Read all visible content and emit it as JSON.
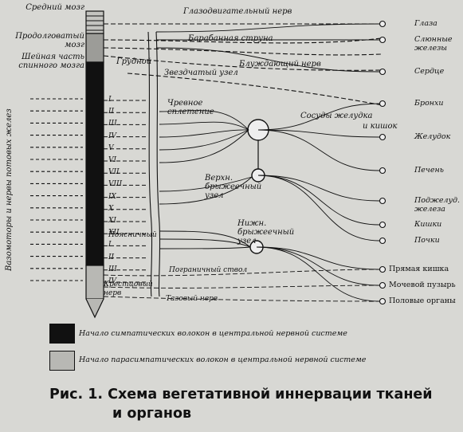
{
  "cns_labels": {
    "midbrain": "Средний мозг",
    "medulla": "Продолговатый мозг",
    "cervical": "Шейная часть спинного мозга"
  },
  "side_label": "Вазомоторы и нервы потовых желез",
  "nerve_labels": {
    "oculomotor": "Глазодвигательный нерв",
    "chorda_tympani": "Барабанная струна",
    "vagus": "Блуждающий нерв",
    "thoracic": "Грудной",
    "stellate_ganglion": "Звездчатый узел",
    "celiac_plexus": "Чревное сплетение",
    "gastric_vessels": "Сосуды желудка",
    "intestine": "и кишок",
    "superior_mesenteric": "Верхн. брыжеечный узел",
    "inferior_mesenteric": "Нижн. брыжеечный узел",
    "lumbar": "Поясничный",
    "border_trunk": "Пограничный ствол",
    "sacral_nerve": "Крестцовый нерв",
    "pelvic_nerve": "Тазовый нерв"
  },
  "segments": [
    "I",
    "II",
    "III",
    "IV",
    "V",
    "VI",
    "VII",
    "VIII",
    "IX",
    "X",
    "XI",
    "XII",
    "I",
    "II",
    "III",
    "IV"
  ],
  "organs": [
    "Глаза",
    "Слюнные железы",
    "Сердце",
    "Бронхи",
    "Желудок",
    "Печень",
    "Поджелуд. железа",
    "Кишки",
    "Почки",
    "Прямая кишка",
    "Мочевой пузырь",
    "Половые органы"
  ],
  "legend": {
    "sympathetic": "Начало симпатических волокон в центральной нервной системе",
    "parasympathetic": "Начало парасимпатических волокон в центральной нервной системе",
    "sympathetic_color": "#111111",
    "parasympathetic_color": "#b8b8b4"
  },
  "caption": {
    "line1": "Рис. 1.  Схема вегетативной иннервации тканей",
    "line2": "и органов"
  }
}
